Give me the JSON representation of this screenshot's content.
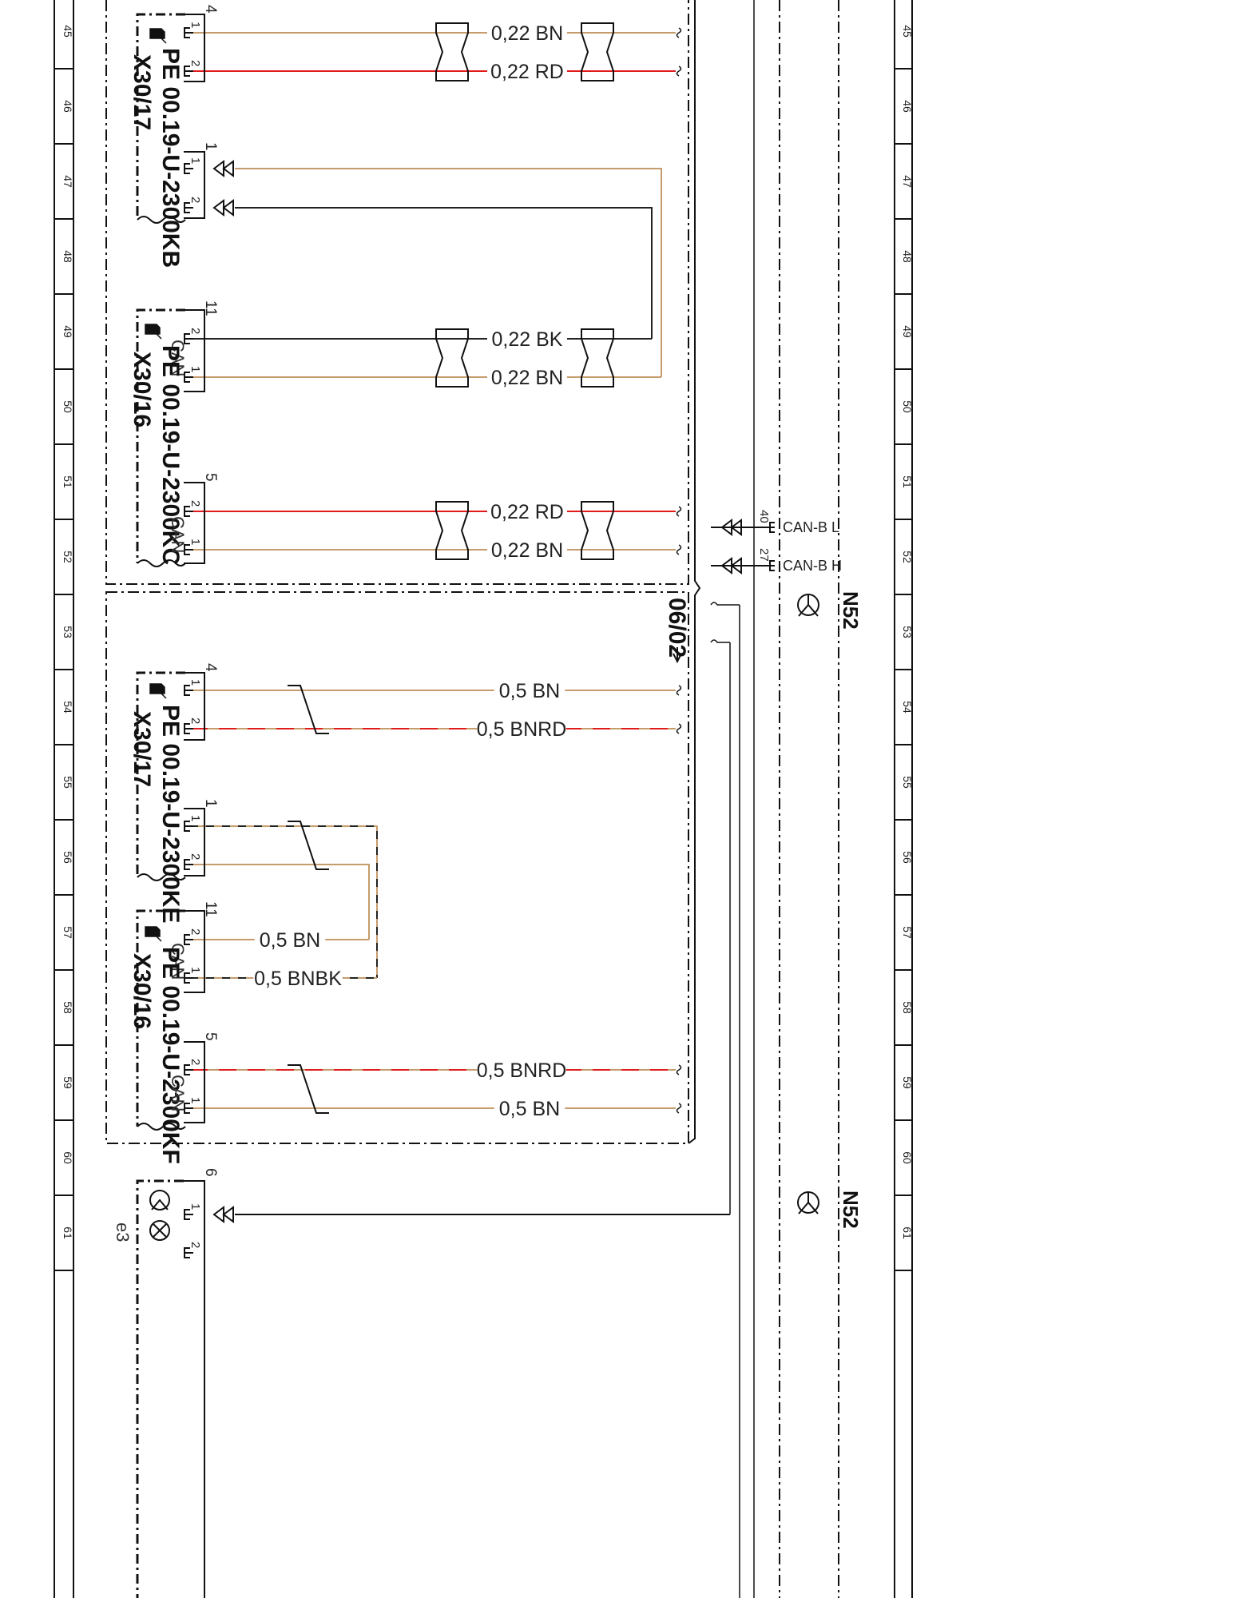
{
  "colors": {
    "BN": "#c69c6d",
    "RD": "#e11a1a",
    "BK": "#222222"
  },
  "ruler": {
    "numbers": [
      "45",
      "46",
      "47",
      "48",
      "49",
      "50",
      "51",
      "52",
      "53",
      "54",
      "55",
      "56",
      "57",
      "58",
      "59",
      "60",
      "61"
    ]
  },
  "groups": {
    "top": {
      "connectors": [
        {
          "id": "X30/17",
          "code": "PE  00.19-U-2300KB",
          "number": "4",
          "pins": [
            "1",
            "2"
          ]
        },
        {
          "id": "",
          "code": "",
          "number": "1",
          "pins": [
            "1",
            "2"
          ]
        },
        {
          "id": "X30/16",
          "code": "PE  00.19-U-2300KC",
          "number": "11",
          "pins": [
            "2",
            "1"
          ],
          "can": "CAN"
        },
        {
          "id": "",
          "code": "",
          "number": "5",
          "pins": [
            "2",
            "1"
          ],
          "can": "CAN"
        }
      ],
      "wires": [
        {
          "label": "0,22  BN",
          "color": "BN"
        },
        {
          "label": "0,22  RD",
          "color": "RD"
        },
        {
          "label": "0,22  BK",
          "color": "BK"
        },
        {
          "label": "0,22  BN",
          "color": "BN"
        },
        {
          "label": "0,22  RD",
          "color": "RD"
        },
        {
          "label": "0,22  BN",
          "color": "BN"
        }
      ]
    },
    "bottom": {
      "reference": "06/02",
      "connectors": [
        {
          "id": "X30/17",
          "code": "PE  00.19-U-2300KE",
          "number": "4",
          "pins": [
            "1",
            "2"
          ]
        },
        {
          "id": "",
          "code": "",
          "number": "1",
          "pins": [
            "1",
            "2"
          ]
        },
        {
          "id": "X30/16",
          "code": "PE  00.19-U-2300KF",
          "number": "11",
          "pins": [
            "2",
            "1"
          ],
          "can": "CAN"
        },
        {
          "id": "",
          "code": "",
          "number": "5",
          "pins": [
            "2",
            "1"
          ],
          "can": "CAN"
        }
      ],
      "wires": [
        {
          "label": "0,5  BN",
          "color": "BN"
        },
        {
          "label": "0,5  BNRD",
          "color": "BNRD"
        },
        {
          "label": "0,5  BN",
          "color": "BN"
        },
        {
          "label": "0,5  BNBK",
          "color": "BNBK"
        },
        {
          "label": "0,5  BNRD",
          "color": "BNRD"
        },
        {
          "label": "0,5  BN",
          "color": "BN"
        }
      ]
    }
  },
  "n52": {
    "label": "N52",
    "pins": [
      {
        "number": "40",
        "signal": "CAN-B  L"
      },
      {
        "number": "27",
        "signal": "CAN-B  H"
      }
    ]
  },
  "e3": {
    "label": "e3",
    "number": "6",
    "pins": [
      "1",
      "2"
    ]
  }
}
